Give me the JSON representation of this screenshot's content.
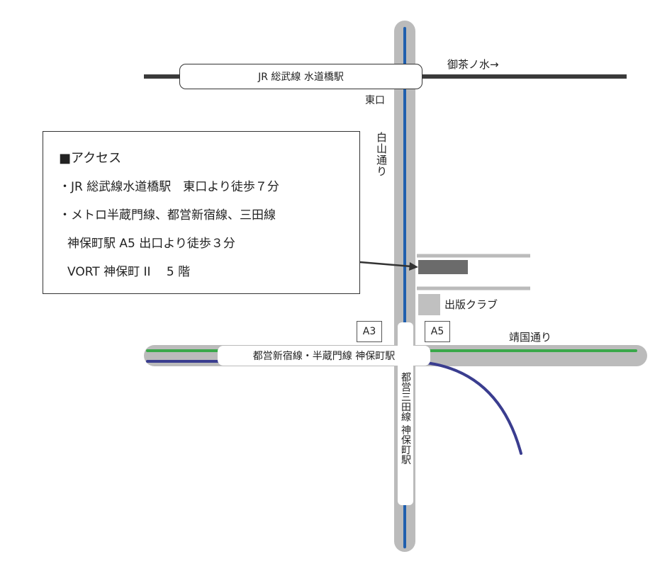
{
  "colors": {
    "road": "#bbbbbb",
    "jr_line": "#3a3a3a",
    "mita_line": "#1f5fae",
    "shinjuku_line": "#3aa84a",
    "hanzomon_line": "#3a3d8f",
    "building": "#6b6b6b",
    "club": "#c0c0c0"
  },
  "stations": {
    "jr": "JR 総武線 水道橋駅",
    "shinjuku_hanzomon": "都営新宿線・半蔵門線 神保町駅",
    "mita": "都営三田線 神保町駅"
  },
  "labels": {
    "ochanomizu": "御茶ノ水→",
    "east_exit": "東口",
    "hakusan": "白山通り",
    "yasukuni": "靖国通り",
    "club": "出版クラブ",
    "exit_a3": "A3",
    "exit_a5": "A5"
  },
  "access": {
    "heading": "■アクセス",
    "line1": "・JR 総武線水道橋駅　東口より徒歩７分",
    "line2": "・メトロ半蔵門線、都営新宿線、三田線",
    "line3": "神保町駅 A5 出口より徒歩３分",
    "line4": "VORT 神保町 II　 5 階"
  }
}
